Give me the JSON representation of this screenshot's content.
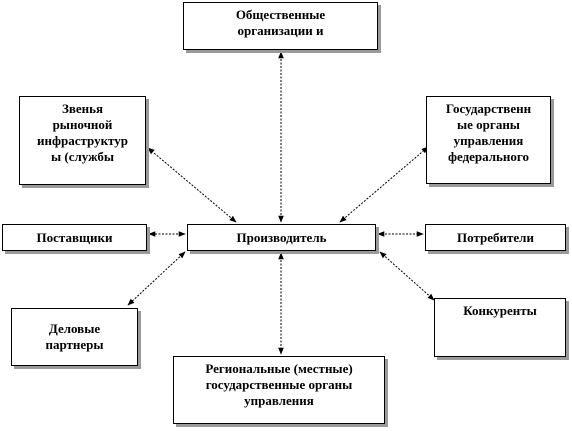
{
  "diagram": {
    "center": {
      "text": "Производитель"
    },
    "nodes": {
      "public_orgs": {
        "text": "Общественные\nорганизации и"
      },
      "market_infra": {
        "text": "Звенья\nрыночной\nинфраструктур\nы (службы"
      },
      "federal_gov": {
        "text": "Государственн\nые органы\nуправления\nфедерального"
      },
      "suppliers": {
        "text": "Поставщики"
      },
      "consumers": {
        "text": "Потребители"
      },
      "business_partners": {
        "text": "Деловые\nпартнеры"
      },
      "competitors": {
        "text": "Конкуренты"
      },
      "regional_gov": {
        "text": "Региональные (местные)\nгосударственные органы\nуправления"
      }
    }
  }
}
